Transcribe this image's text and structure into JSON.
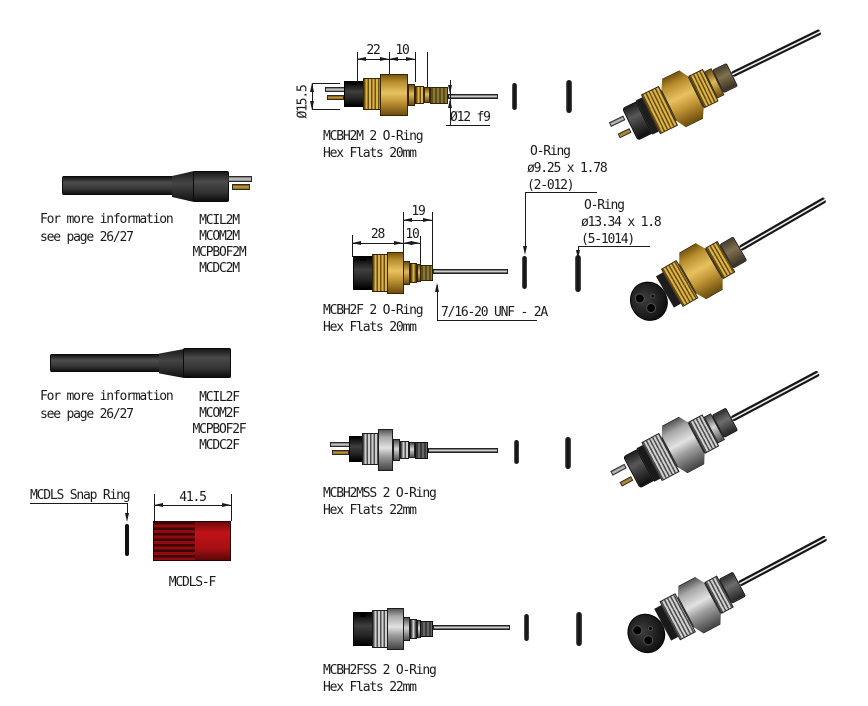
{
  "colors": {
    "brass": "#AA7B1E",
    "brass_light": "#D9B44A",
    "brass_dark": "#6E4E0C",
    "steel": "#9E9E9E",
    "steel_light": "#CFCFCF",
    "steel_dark": "#4F4F4F",
    "black_part": "#1F1F1F",
    "red": "#A50F14",
    "line": "#1A1A1A"
  },
  "cable_sections": [
    {
      "info_line1": "For more information",
      "info_line2": "see page 26/27",
      "models": [
        "MCIL2M",
        "MCOM2M",
        "MCPBOF2M",
        "MCDC2M"
      ]
    },
    {
      "info_line1": "For more information",
      "info_line2": "see page 26/27",
      "models": [
        "MCIL2F",
        "MCOM2F",
        "MCPBOF2F",
        "MCDC2F"
      ]
    }
  ],
  "snap_ring": {
    "label": "MCDLS Snap Ring",
    "dimension": "41.5",
    "part_label": "MCDLS-F"
  },
  "drawings": [
    {
      "title": "MCBH2M 2 O-Ring",
      "subtitle": "Hex Flats 20mm",
      "dim_len_a": "22",
      "dim_len_b": "10",
      "dim_dia_body": "Ø15.5",
      "dim_dia_shaft": "Ø12 f9"
    },
    {
      "title": "MCBH2F 2 O-Ring",
      "subtitle": "Hex Flats 20mm",
      "dim_len_a": "28",
      "dim_len_b": "10",
      "dim_len_c": "19",
      "thread_spec": "7/16-20 UNF - 2A"
    },
    {
      "title": "MCBH2MSS 2 O-Ring",
      "subtitle": "Hex Flats 22mm"
    },
    {
      "title": "MCBH2FSS 2 O-Ring",
      "subtitle": "Hex Flats 22mm"
    }
  ],
  "oring_labels": [
    {
      "line1": "O-Ring",
      "line2": "ø9.25 x 1.78",
      "line3": "(2-012)"
    },
    {
      "line1": "O-Ring",
      "line2": "ø13.34 x 1.8",
      "line3": "(5-1014)"
    }
  ]
}
